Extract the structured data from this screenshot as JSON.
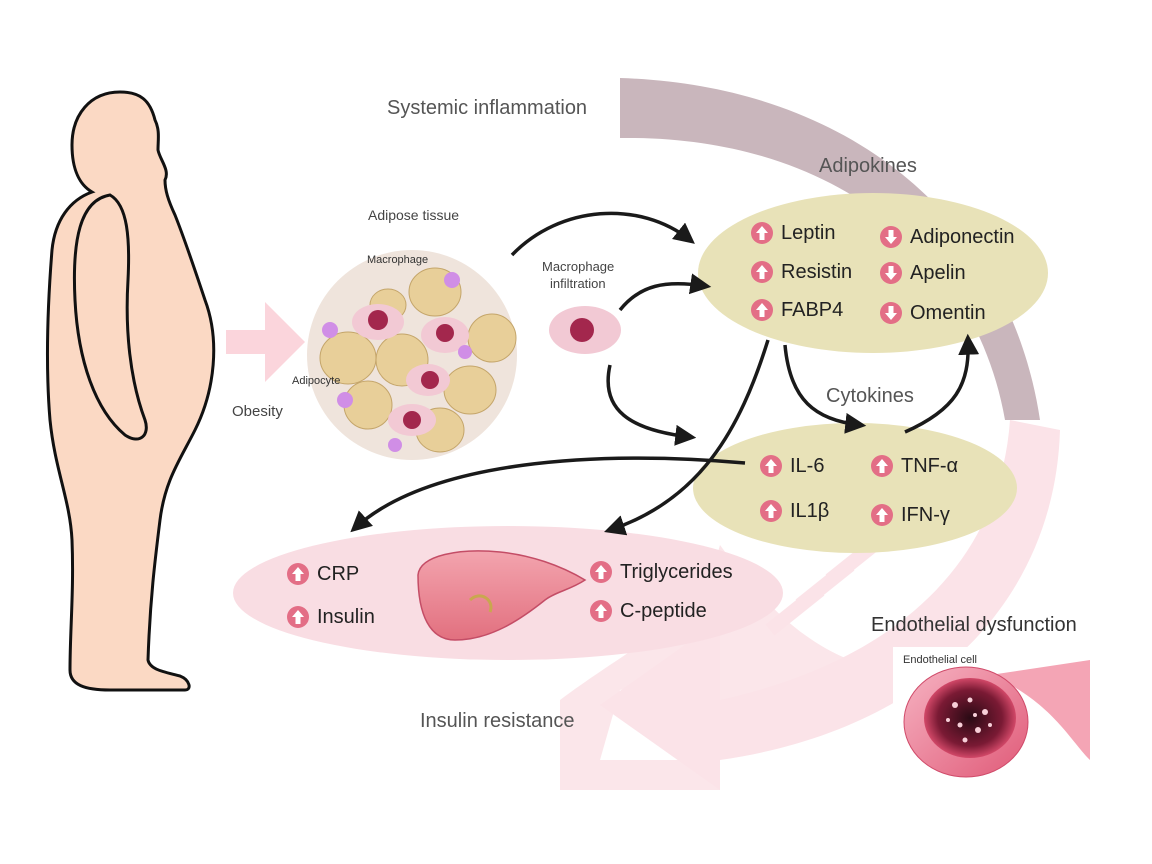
{
  "labels": {
    "systemic_inflammation": "Systemic inflammation",
    "adipokines": "Adipokines",
    "adipose_tissue": "Adipose tissue",
    "macrophage": "Macrophage",
    "adipocyte": "Adipocyte",
    "obesity": "Obesity",
    "macrophage_infiltration_1": "Macrophage",
    "macrophage_infiltration_2": "infiltration",
    "cytokines": "Cytokines",
    "insulin_resistance": "Insulin resistance",
    "endothelial_dysfunction": "Endothelial dysfunction",
    "endothelial_cell": "Endothelial cell"
  },
  "adipokines": [
    {
      "name": "Leptin",
      "dir": "up"
    },
    {
      "name": "Resistin",
      "dir": "up"
    },
    {
      "name": "FABP4",
      "dir": "up"
    },
    {
      "name": "Adiponectin",
      "dir": "down"
    },
    {
      "name": "Apelin",
      "dir": "down"
    },
    {
      "name": "Omentin",
      "dir": "down"
    }
  ],
  "cytokines": [
    {
      "name": "IL-6",
      "dir": "up"
    },
    {
      "name": "IL1β",
      "dir": "up"
    },
    {
      "name": "TNF-α",
      "dir": "up"
    },
    {
      "name": "IFN-γ",
      "dir": "up"
    }
  ],
  "liver_markers": [
    {
      "name": "CRP",
      "dir": "up"
    },
    {
      "name": "Insulin",
      "dir": "up"
    },
    {
      "name": "Triglycerides",
      "dir": "up"
    },
    {
      "name": "C-peptide",
      "dir": "up"
    }
  ],
  "colors": {
    "adipokine_fill": "#e8e2b8",
    "liver_fill": "#f9dde3",
    "systemic_band": "#c9b6bc",
    "pink_band": "#f8d8df",
    "marker_circle": "#e36e86",
    "arrow": "#1a1a1a",
    "adipose_fill": "#efe4dc"
  }
}
